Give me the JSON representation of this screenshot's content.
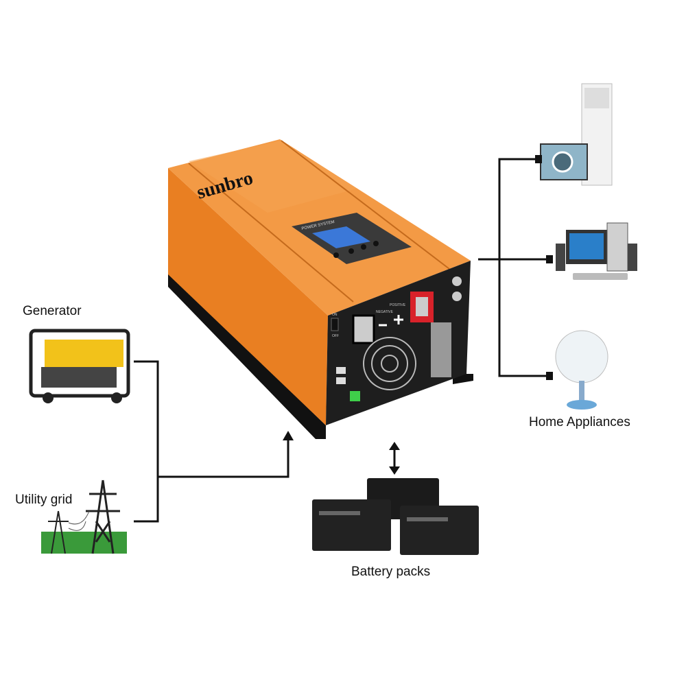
{
  "labels": {
    "generator": "Generator",
    "utility_grid": "Utility grid",
    "battery_packs": "Battery packs",
    "home_appliances": "Home Appliances"
  },
  "inverter": {
    "brand": "sunbro",
    "panel_title": "POWER SYSTEM",
    "negative": "NEGATIVE",
    "positive": "POSITIVE",
    "on": "ON",
    "off": "OFF"
  },
  "colors": {
    "inverter_body": "#f08a2c",
    "front_panel": "#1e1e1e",
    "terminal_red": "#d8222a",
    "lines": "#111111",
    "grass": "#3a9a3a",
    "generator_yellow": "#f2c21a"
  }
}
